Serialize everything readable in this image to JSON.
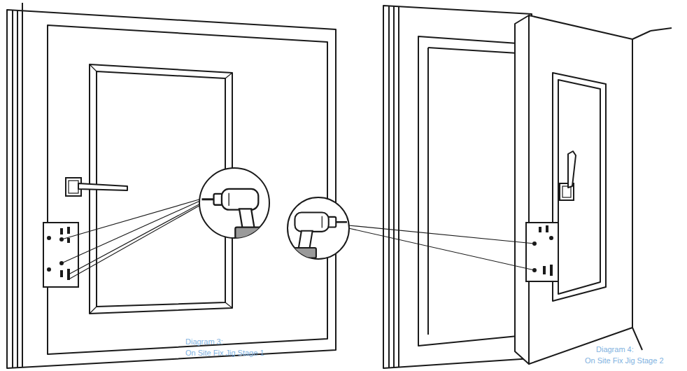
{
  "diagram": {
    "labels": [
      "Diagram 3:",
      "On Site Fix Jig Stage 1",
      "Diagram 4:",
      "On Site Fix Jig Stage 2"
    ]
  }
}
